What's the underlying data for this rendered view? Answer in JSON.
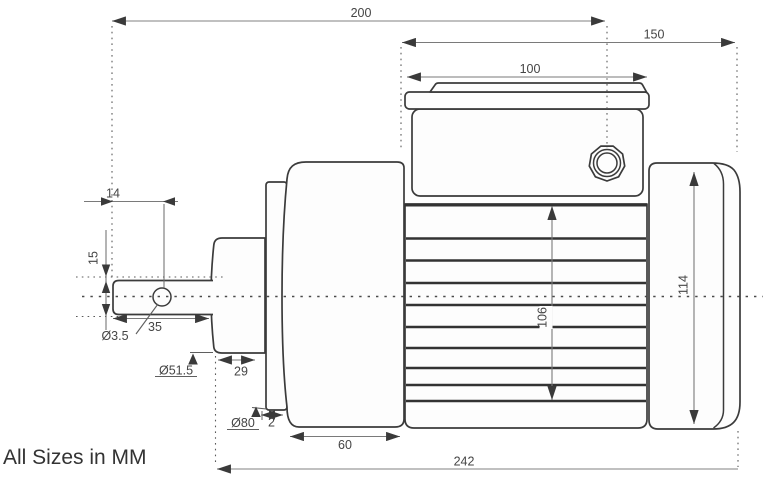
{
  "drawing": {
    "subject": "motor-dimension-drawing",
    "note": "All Sizes in MM"
  },
  "labels": {
    "d200": "200",
    "d150": "150",
    "d100": "100",
    "d14": "14",
    "d15": "15",
    "d35": "35",
    "dia35": "Ø3.5",
    "dia515": "Ø51.5",
    "d29": "29",
    "dia80": "Ø80",
    "d2": "2",
    "d60": "60",
    "d106": "106",
    "d114": "114",
    "d242": "242",
    "note": "All Sizes in MM"
  },
  "colors": {
    "outline": "#3b3b3b",
    "dimension_line": "#7a7a7a",
    "long_dimension_line": "#9a9a9a",
    "arrow": "#3a3a3a",
    "text": "#454545",
    "background": "#ffffff"
  }
}
